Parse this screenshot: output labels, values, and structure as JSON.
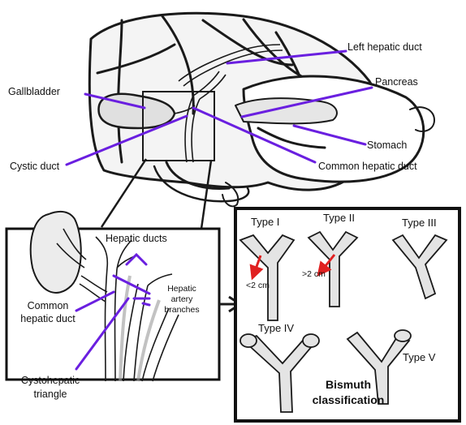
{
  "labels": {
    "left_hepatic_duct": "Left hepatic duct",
    "gallbladder": "Gallbladder",
    "pancreas": "Pancreas",
    "stomach": "Stomach",
    "cystic_duct": "Cystic duct",
    "common_hepatic_duct_top": "Common hepatic duct",
    "hepatic_ducts": "Hepatic ducts",
    "hepatic_artery_branches_1": "Hepatic",
    "hepatic_artery_branches_2": "artery",
    "hepatic_artery_branches_3": "branches",
    "common_hepatic_duct_inset_1": "Common",
    "common_hepatic_duct_inset_2": "hepatic duct",
    "cystohepatic_triangle_1": "Cystohepatic",
    "cystohepatic_triangle_2": "triangle"
  },
  "bismuth": {
    "type_1": "Type I",
    "type_2": "Type II",
    "type_3": "Type III",
    "type_4": "Type IV",
    "type_5": "Type V",
    "dist_1": "<2 cm",
    "dist_2": ">2 cm",
    "title_1": "Bismuth",
    "title_2": "classification"
  },
  "colors": {
    "pointer": "#6a1fe0",
    "measure_arrow": "#e02020",
    "outline": "#1a1a1a",
    "shade": "#d7d7d7"
  }
}
